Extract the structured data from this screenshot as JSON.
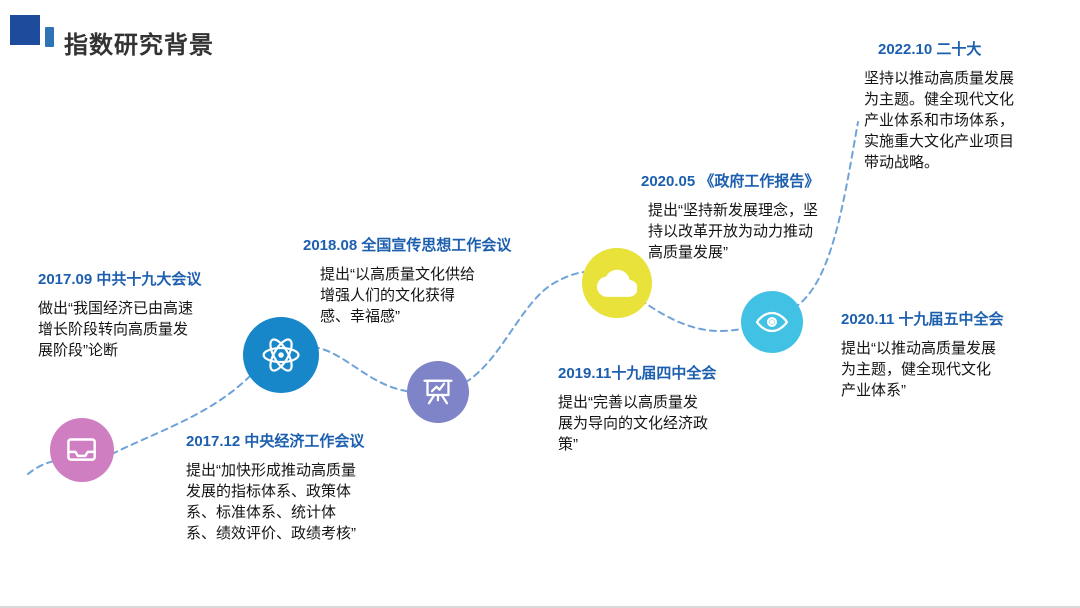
{
  "slide": {
    "title": "指数研究背景",
    "accent_square_color": "#1E4B9B",
    "accent_bar_color": "#2E74B5",
    "heading_color": "#1D5FAF",
    "timeline_line_color": "#6FA3D8"
  },
  "timeline": {
    "nodes": [
      {
        "icon": "inbox-icon",
        "color": "#CF7EC1"
      },
      {
        "icon": "atom-icon",
        "color": "#1787C9"
      },
      {
        "icon": "easel-icon",
        "color": "#7F84C8"
      },
      {
        "icon": "cloud-icon",
        "color": "#E8E23B"
      },
      {
        "icon": "eye-icon",
        "color": "#41C2E5"
      }
    ],
    "events": [
      {
        "title": "2017.09 中共十九大会议",
        "body": "做出“我国经济已由高速增长阶段转向高质量发展阶段”论断"
      },
      {
        "title": "2017.12 中央经济工作会议",
        "body": "提出“加快形成推动高质量发展的指标体系、政策体系、标准体系、统计体系、绩效评价、政绩考核”"
      },
      {
        "title": "2018.08 全国宣传思想工作会议",
        "body": "提出“以高质量文化供给增强人们的文化获得感、幸福感”"
      },
      {
        "title": "2019.11十九届四中全会",
        "body": "提出“完善以高质量发展为导向的文化经济政策”"
      },
      {
        "title": "2020.05 《政府工作报告》",
        "body": "提出“坚持新发展理念，坚持以改革开放为动力推动高质量发展”"
      },
      {
        "title": "2020.11 十九届五中全会",
        "body": "提出“以推动高质量发展为主题，健全现代文化产业体系”"
      },
      {
        "title": "2022.10 二十大",
        "body": "坚持以推动高质量发展为主题。健全现代文化产业体系和市场体系，实施重大文化产业项目带动战略。"
      }
    ]
  }
}
